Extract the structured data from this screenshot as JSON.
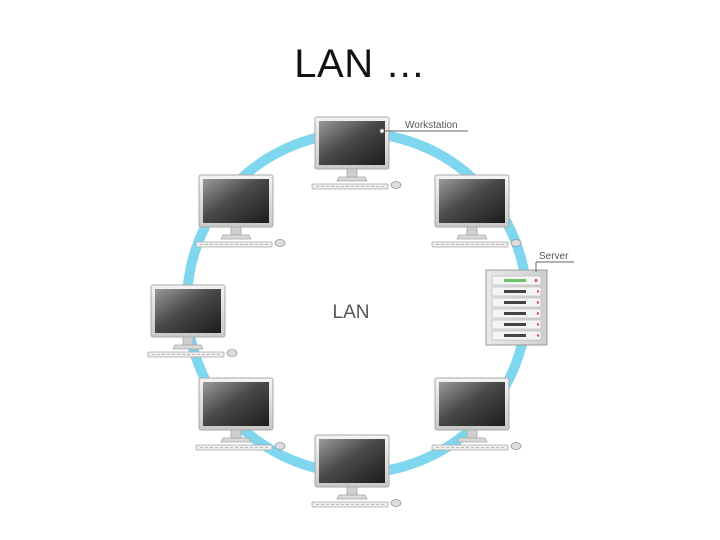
{
  "slide": {
    "title": "LAN …"
  },
  "diagram": {
    "center_label": "LAN",
    "workstation_label": "Workstation",
    "server_label": "Server",
    "ring_color": "#7fd6ef",
    "workstation_count": 7,
    "server_count": 1,
    "server_status_color": "#6ec26a",
    "server_led_color": "#e04646"
  }
}
